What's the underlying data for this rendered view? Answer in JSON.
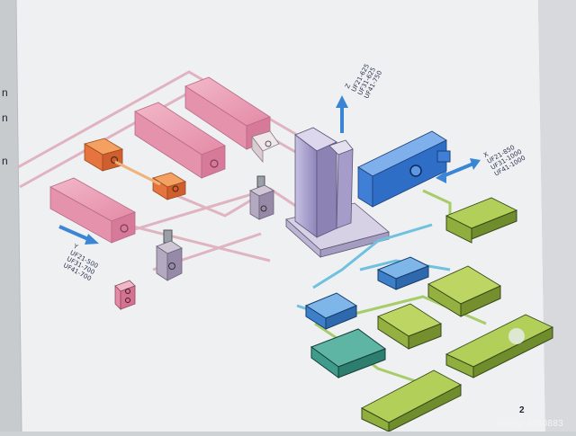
{
  "page": {
    "margin_letters": [
      "n",
      "n",
      "n"
    ],
    "page_number": "2",
    "watermark": "56892-4680883"
  },
  "labels": {
    "z_axis": "Z\nUF21-625\nUF31-625\nUF41-750",
    "x_axis": "X\nUF21-850\nUF31-1000\nUF41-1000",
    "y_axis": "Y\nUF21-500\nUF31-700\nUF41-700"
  },
  "colors": {
    "paper": "#eceef0",
    "rail": "#d9a5b4",
    "pink_ram": "#e69ab3",
    "orange_block": "#e6743e",
    "column": "#a79ec9",
    "blue_head": "#3f7fd6",
    "blue_arrow": "#3a86d4",
    "green_table": "#9fbf46",
    "teal_part": "#3f9c8c",
    "cyan_line": "#58b3d8"
  }
}
